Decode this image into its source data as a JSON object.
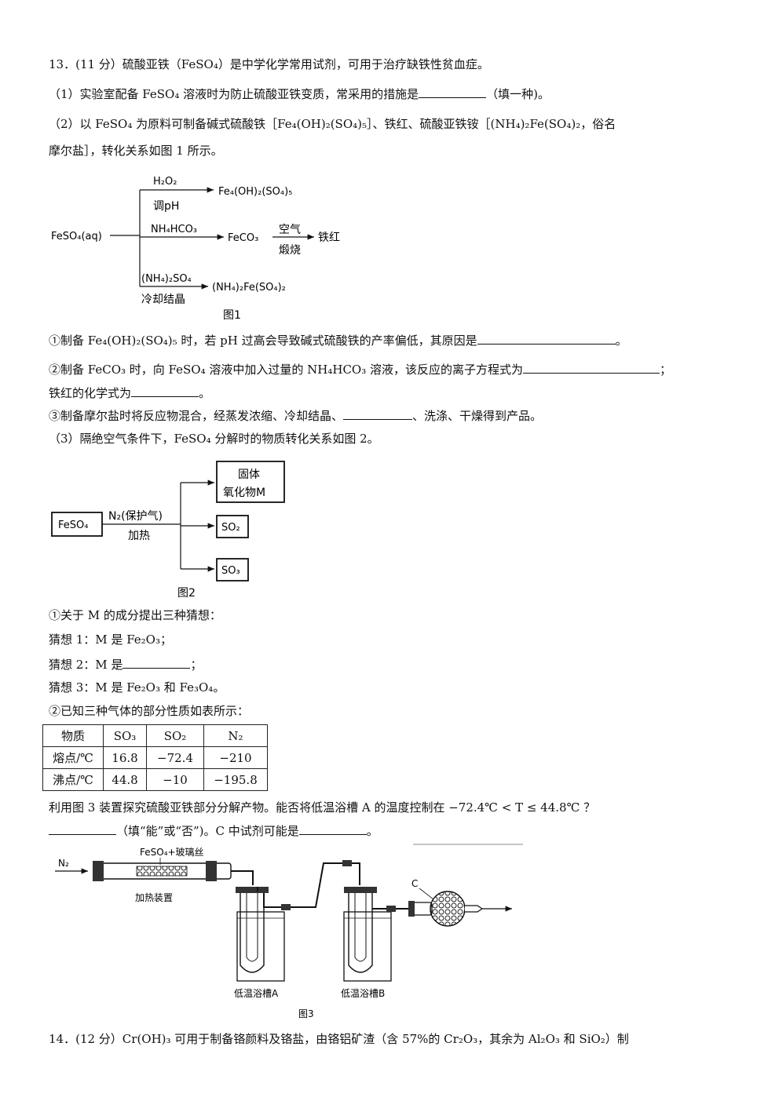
{
  "q13": {
    "header": "13．(11 分）硫酸亚铁（FeSO₄）是中学化学常用试剂，可用于治疗缺铁性贫血症。",
    "p1": "（1）实验室配备 FeSO₄ 溶液时为防止硫酸亚铁变质，常采用的措施是",
    "p1_end": "（填一种)。",
    "p2_line1": "（2）以 FeSO₄ 为原料可制备碱式硫酸铁［Fe₄(OH)₂(SO₄)₅］、铁红、硫酸亚铁铵［(NH₄)₂Fe(SO₄)₂，俗名",
    "p2_line2": "摩尔盐］，转化关系如图 1 所示。",
    "q1": "①制备 Fe₄(OH)₂(SO₄)₅ 时，若 pH 过高会导致碱式硫酸铁的产率偏低，其原因是",
    "q1_end": "。",
    "q2": "②制备 FeCO₃ 时，向 FeSO₄ 溶液中加入过量的 NH₄HCO₃ 溶液，该反应的离子方程式为",
    "q2_end": "；",
    "q2b": "铁红的化学式为",
    "q2b_end": "。",
    "q3": "③制备摩尔盐时将反应物混合，经蒸发浓缩、冷却结晶、",
    "q3_end": "、洗涤、干燥得到产品。",
    "p3": "（3）隔绝空气条件下，FeSO₄ 分解时的物质转化关系如图 2。",
    "m_intro": "①关于 M 的成分提出三种猜想：",
    "guess1": "猜想 1：M 是 Fe₂O₃；",
    "guess2": "猜想 2：M 是",
    "guess2_end": "；",
    "guess3": "猜想 3：M 是 Fe₂O₃ 和 Fe₃O₄。",
    "table_intro": "②已知三种气体的部分性质如表所示：",
    "table": {
      "headers": [
        "物质",
        "SO₃",
        "SO₂",
        "N₂"
      ],
      "rows": [
        [
          "熔点/℃",
          "16.8",
          "−72.4",
          "−210"
        ],
        [
          "沸点/℃",
          "44.8",
          "−10",
          "−195.8"
        ]
      ]
    },
    "fig3_q": "利用图 3 装置探究硫酸亚铁部分分解产物。能否将低温浴槽 A 的温度控制在 −72.4℃ < T ≤ 44.8℃ ？",
    "fig3_q2": "（填“能”或“否”)。C 中试剂可能是",
    "fig3_q2_end": "。"
  },
  "fig1": {
    "start": "FeSO₄(aq)",
    "branch1_top": "H₂O₂",
    "branch1_bottom": "调pH",
    "branch1_product": "Fe₄(OH)₂(SO₄)₅",
    "branch2_top": "NH₄HCO₃",
    "branch2_product": "FeCO₃",
    "branch2b_top": "空气",
    "branch2b_bottom": "煅烧",
    "branch2b_product": "铁红",
    "branch3_top": "(NH₄)₂SO₄",
    "branch3_bottom": "冷却结晶",
    "branch3_product": "(NH₄)₂Fe(SO₄)₂",
    "caption": "图1"
  },
  "fig2": {
    "start": "FeSO₄",
    "arrow_top": "N₂(保护气)",
    "arrow_bottom": "加热",
    "out1_line1": "固体",
    "out1_line2": "氧化物M",
    "out2": "SO₂",
    "out3": "SO₃",
    "caption": "图2"
  },
  "fig3": {
    "gas_in": "N₂",
    "tube_label": "FeSO₄+玻璃丝",
    "heater_label": "加热装置",
    "c_label": "C",
    "bath_a": "低温浴槽A",
    "bath_b": "低温浴槽B",
    "caption": "图3"
  },
  "q14": {
    "line": "14．(12 分）Cr(OH)₃ 可用于制备铬颜料及铬盐，由铬铝矿渣（含 57%的 Cr₂O₃，其余为 Al₂O₃ 和 SiO₂）制"
  }
}
